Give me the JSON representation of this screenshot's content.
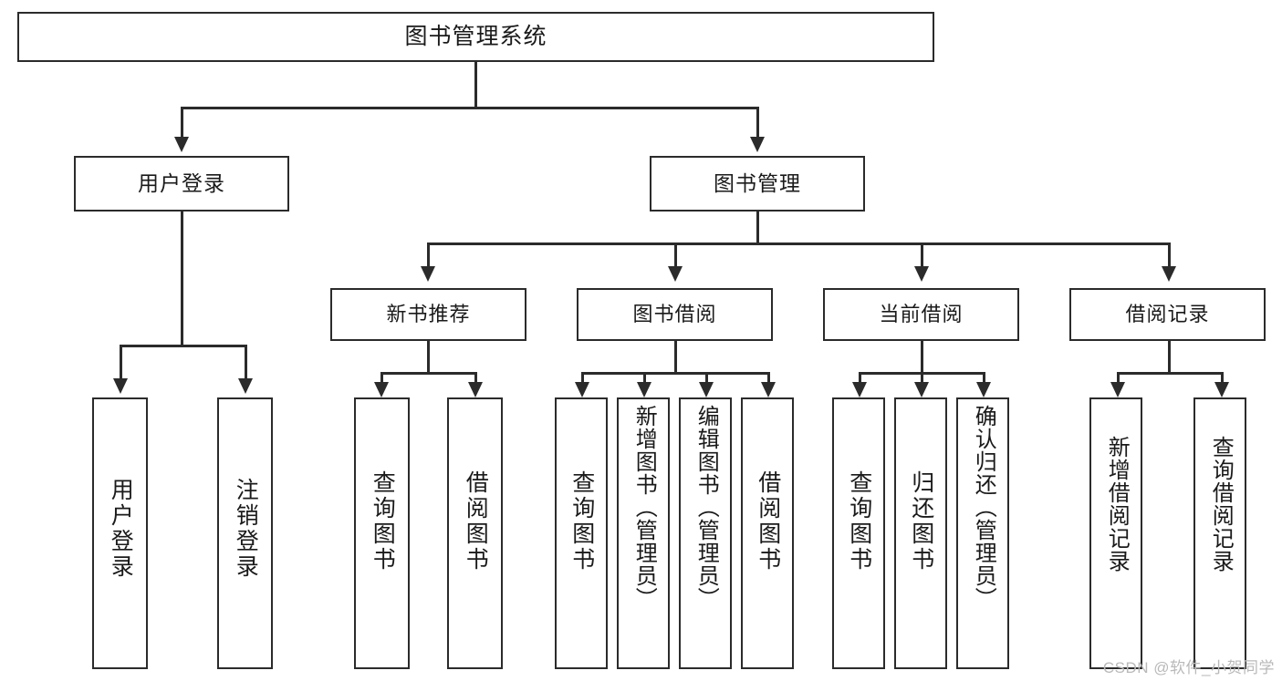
{
  "diagram": {
    "type": "tree",
    "title": "图书管理系统",
    "orientation": "top-down",
    "colors": {
      "box_border": "#2b2b2b",
      "box_fill": "#ffffff",
      "connector": "#2b2b2b",
      "text": "#1a1a1a",
      "watermark": "#b9b9b9",
      "background": "#ffffff"
    }
  },
  "root": {
    "label": "图书管理系统"
  },
  "level1": [
    {
      "label": "用户登录"
    },
    {
      "label": "图书管理"
    }
  ],
  "level2": [
    {
      "label": "新书推荐"
    },
    {
      "label": "图书借阅"
    },
    {
      "label": "当前借阅"
    },
    {
      "label": "借阅记录"
    }
  ],
  "leaves": {
    "user_login": [
      {
        "label": "用户登录"
      },
      {
        "label": "注销登录"
      }
    ],
    "new_book_recommend": [
      {
        "label": "查询图书"
      },
      {
        "label": "借阅图书"
      }
    ],
    "book_borrow": [
      {
        "label": "查询图书"
      },
      {
        "label": "新增图书（管理员）"
      },
      {
        "label": "编辑图书（管理员）"
      },
      {
        "label": "借阅图书"
      }
    ],
    "current_borrow": [
      {
        "label": "查询图书"
      },
      {
        "label": "归还图书"
      },
      {
        "label": "确认归还（管理员）"
      }
    ],
    "borrow_record": [
      {
        "label": "新增借阅记录"
      },
      {
        "label": "查询借阅记录"
      }
    ]
  },
  "watermark": {
    "text": "CSDN @软件_小贺同学"
  }
}
